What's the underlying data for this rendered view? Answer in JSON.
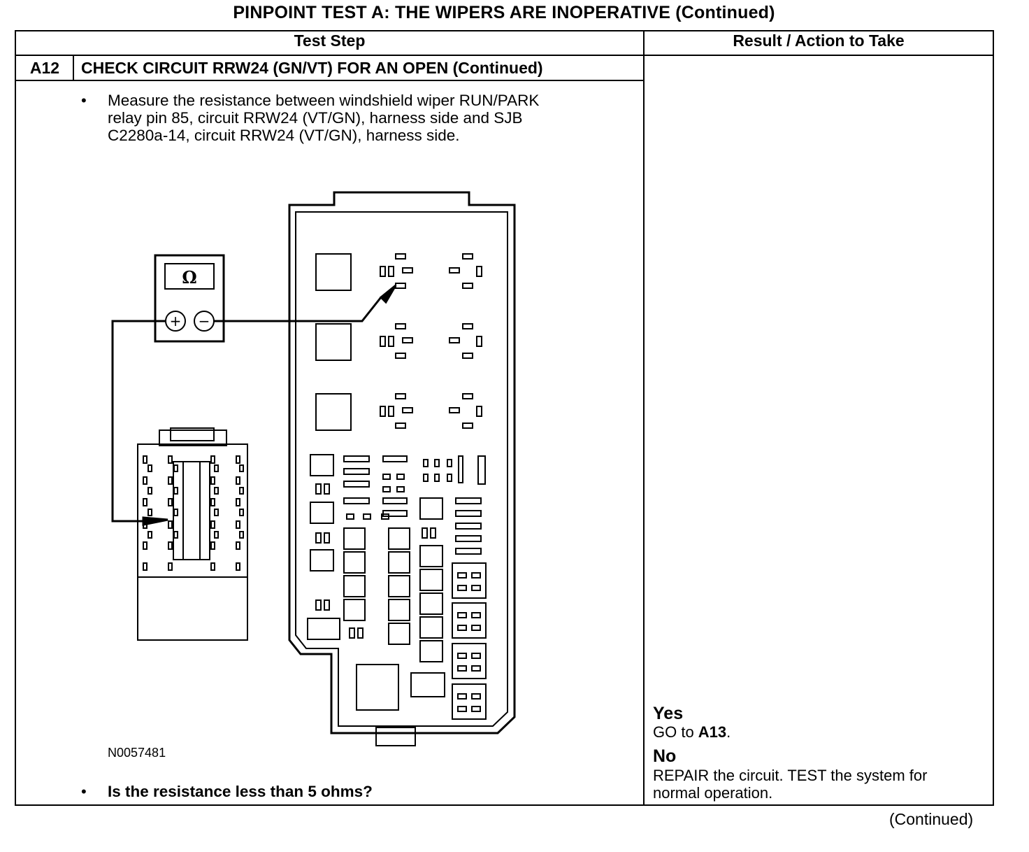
{
  "title": "PINPOINT TEST  A: THE WIPERS ARE INOPERATIVE (Continued)",
  "headers": {
    "test_step": "Test Step",
    "result": "Result / Action to Take"
  },
  "step": {
    "id": "A12",
    "title": "CHECK CIRCUIT RRW24 (GN/VT) FOR AN OPEN (Continued)",
    "bullet": "•",
    "instruction_lines": [
      "Measure the resistance between windshield wiper RUN/PARK",
      "relay pin 85, circuit RRW24 (VT/GN), harness side and SJB",
      "C2280a-14, circuit RRW24 (VT/GN), harness side."
    ],
    "question": "Is the resistance less than 5 ohms?"
  },
  "figure": {
    "id": "N0057481",
    "meter_symbol": "Ω",
    "plus_symbol": "+",
    "minus_symbol": "−"
  },
  "result": {
    "yes_label": "Yes",
    "yes_action_prefix": "GO to ",
    "yes_action_target": "A13",
    "yes_action_suffix": ".",
    "no_label": "No",
    "no_action_lines": [
      "REPAIR the circuit. TEST the system for",
      "normal operation."
    ]
  },
  "footer": "(Continued)"
}
